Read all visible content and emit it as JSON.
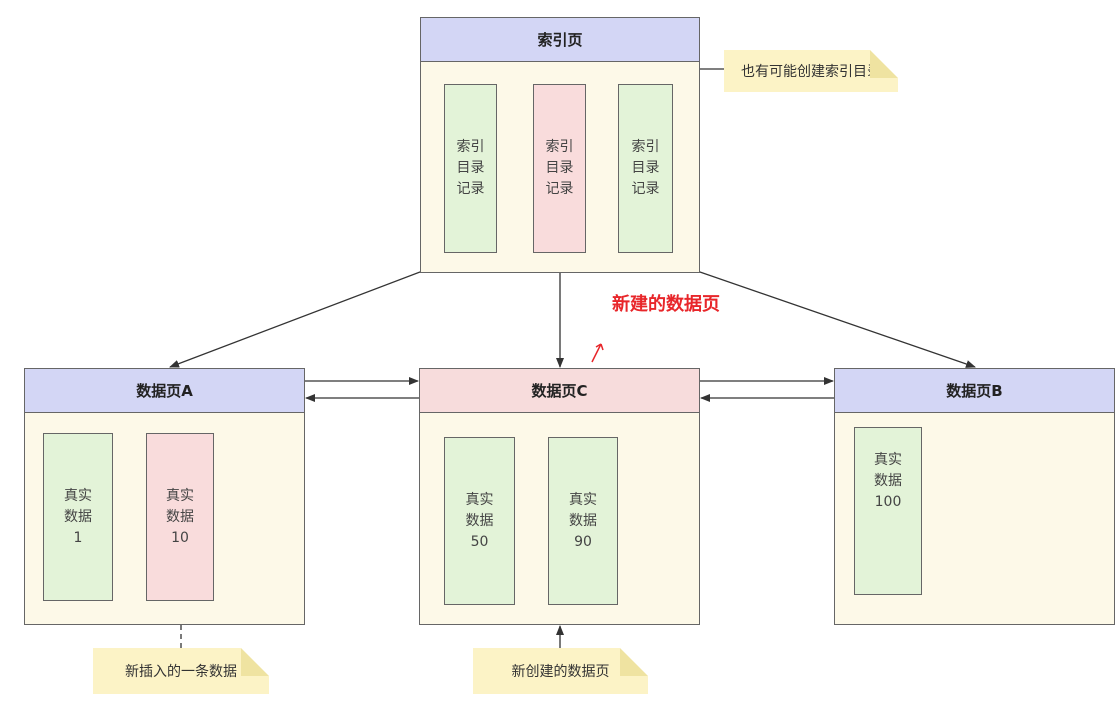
{
  "index_page": {
    "title": "索引页",
    "records": [
      [
        "索引",
        "目录",
        "记录"
      ],
      [
        "索引",
        "目录",
        "记录"
      ],
      [
        "索引",
        "目录",
        "记录"
      ]
    ]
  },
  "page_a": {
    "title": "数据页A",
    "records": [
      [
        "真实",
        "数据",
        "1"
      ],
      [
        "真实",
        "数据",
        "10"
      ]
    ]
  },
  "page_c": {
    "title": "数据页C",
    "records": [
      [
        "真实",
        "数据",
        "50"
      ],
      [
        "真实",
        "数据",
        "90"
      ]
    ]
  },
  "page_b": {
    "title": "数据页B",
    "records": [
      [
        "真实",
        "数据",
        "100"
      ]
    ]
  },
  "notes": {
    "index_note": "也有可能创建索引目录",
    "insert_note": "新插入的一条数据",
    "new_page_note": "新创建的数据页"
  },
  "annotation": "新建的数据页",
  "colors": {
    "header_blue": "#d3d6f5",
    "header_pink": "#f7dcdc",
    "page_bg": "#fdf9e8",
    "record_green": "#e3f3d8",
    "record_pink": "#f9dcdc",
    "note_bg": "#fcf3c6",
    "annotation_red": "#e8262a"
  }
}
